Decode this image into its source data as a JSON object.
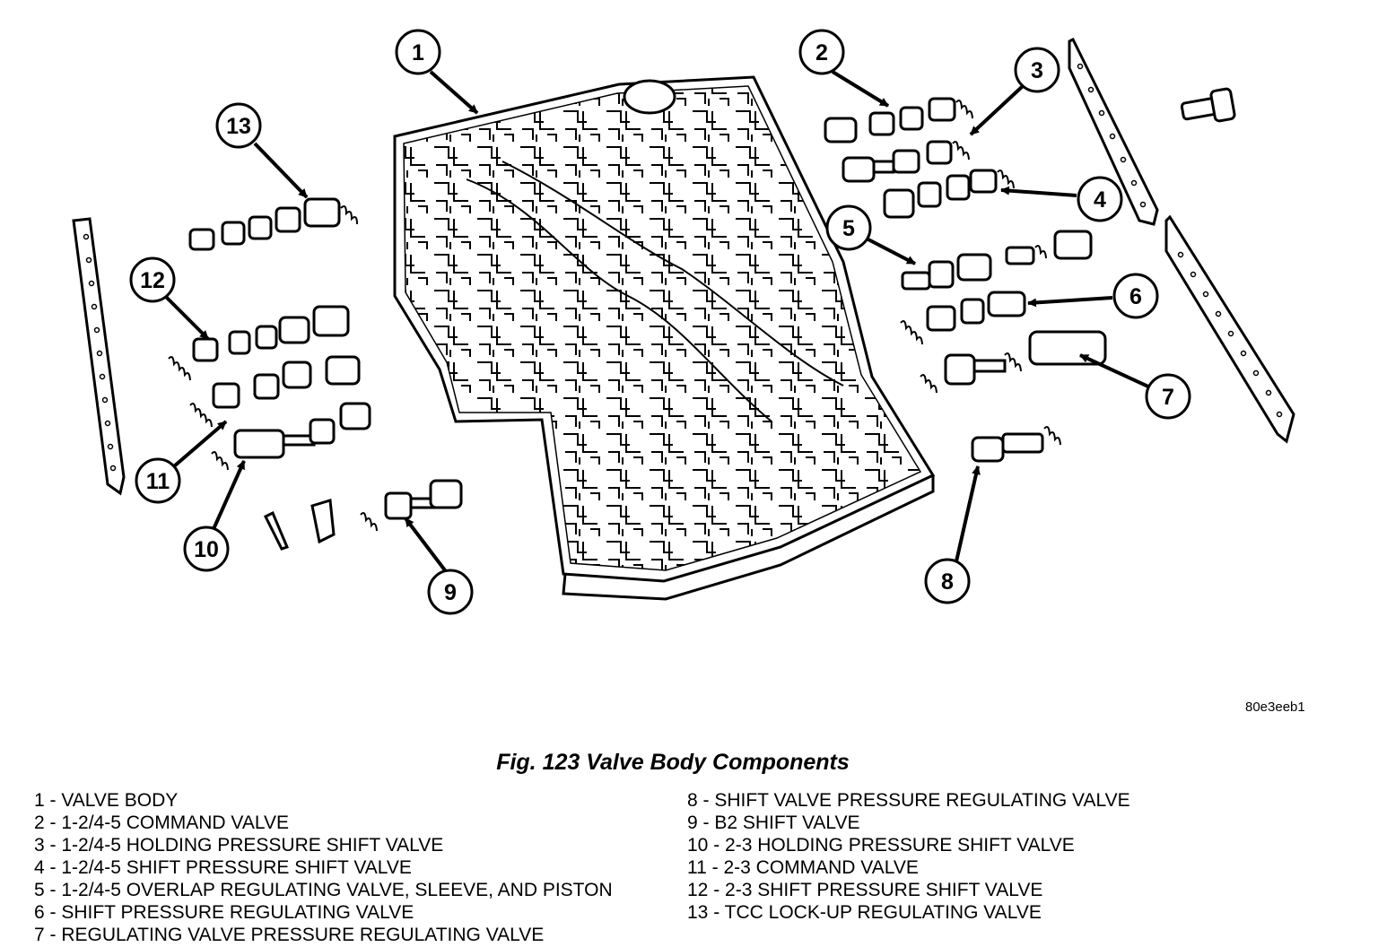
{
  "image_code": "80e3eeb1",
  "figure_caption": "Fig. 123 Valve Body Components",
  "callouts": [
    "1",
    "2",
    "3",
    "4",
    "5",
    "6",
    "7",
    "8",
    "9",
    "10",
    "11",
    "12",
    "13"
  ],
  "legend_left": [
    "1 - VALVE BODY",
    "2 - 1-2/4-5 COMMAND VALVE",
    "3 - 1-2/4-5 HOLDING PRESSURE SHIFT VALVE",
    "4 - 1-2/4-5 SHIFT PRESSURE SHIFT VALVE",
    "5 - 1-2/4-5 OVERLAP REGULATING VALVE, SLEEVE, AND PISTON",
    "6 - SHIFT PRESSURE REGULATING VALVE",
    "7 - REGULATING VALVE PRESSURE REGULATING VALVE"
  ],
  "legend_right": [
    "8 - SHIFT VALVE PRESSURE REGULATING VALVE",
    "9 - B2 SHIFT VALVE",
    "10 - 2-3 HOLDING PRESSURE SHIFT VALVE",
    "11 - 2-3 COMMAND VALVE",
    "12 - 2-3 SHIFT PRESSURE SHIFT VALVE",
    "13 - TCC LOCK-UP REGULATING VALVE"
  ]
}
